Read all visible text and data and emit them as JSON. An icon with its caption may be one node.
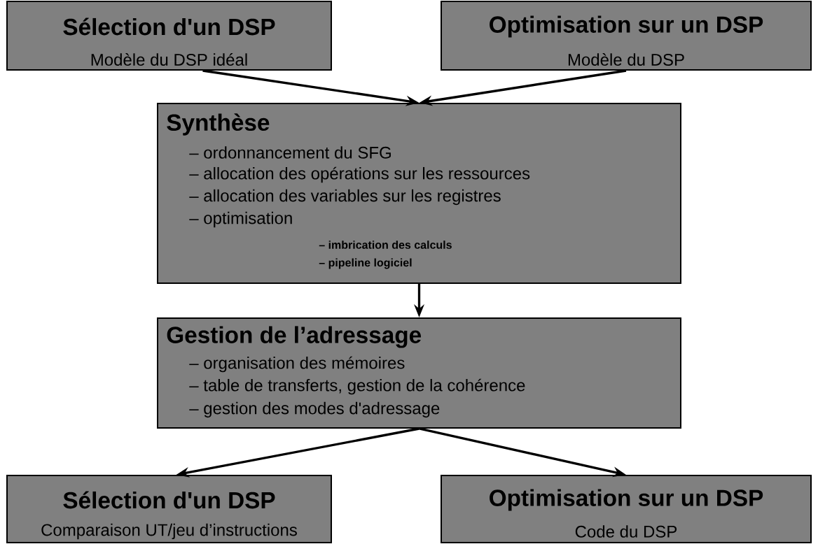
{
  "diagram": {
    "nodes": [
      {
        "text": [
          "Sélection d'un DSP",
          "Modèle du DSP idéal"
        ]
      },
      {
        "text": [
          "Optimisation sur un DSP",
          "Modèle du DSP"
        ]
      },
      {
        "text": [
          "Synthèse",
          "– ordonnancement du SFG",
          "– allocation des opérations sur les ressources",
          "– allocation des variables sur les registres",
          "– optimisation",
          "– imbrication des calculs",
          "– pipeline logiciel"
        ]
      },
      {
        "text": [
          "Gestion de l’adressage",
          "– organisation des mémoires",
          "– table de transferts, gestion de la cohérence",
          "– gestion des modes d'adressage"
        ]
      },
      {
        "text": [
          "Sélection d'un DSP",
          "Comparaison UT/jeu d’instructions"
        ]
      },
      {
        "text": [
          "Optimisation sur un DSP",
          "Code du DSP"
        ]
      }
    ],
    "edges": [
      {
        "from": 0,
        "to": 2,
        "arrow": "to"
      },
      {
        "from": 1,
        "to": 2,
        "arrow": "to"
      },
      {
        "from": 2,
        "to": 3,
        "arrow": "to"
      },
      {
        "from": 3,
        "to": 4,
        "arrow": "to"
      },
      {
        "from": 3,
        "to": 5,
        "arrow": "to"
      }
    ]
  }
}
